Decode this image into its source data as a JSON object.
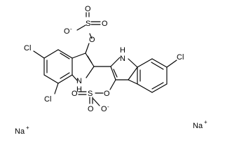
{
  "molecule": {
    "sulfate_top": {
      "o_minus": "O",
      "o_minus_charge": "-",
      "o_up": "O",
      "s": "S",
      "o_right": "O",
      "o_link": "O"
    },
    "sulfate_bottom": {
      "o_link": "O",
      "s": "S",
      "o_left": "O",
      "o_down": "O",
      "o_minus": "O",
      "o_minus_charge": "-"
    },
    "chlorines": {
      "cl_5": "Cl",
      "cl_7": "Cl",
      "cl_6": "Cl"
    },
    "nh_left": "H",
    "nh_left_n": "N",
    "nh_right": "H",
    "nh_right_n": "N",
    "counterions": {
      "na_left": "Na",
      "na_left_charge": "+",
      "na_right": "Na",
      "na_right_charge": "+"
    }
  }
}
